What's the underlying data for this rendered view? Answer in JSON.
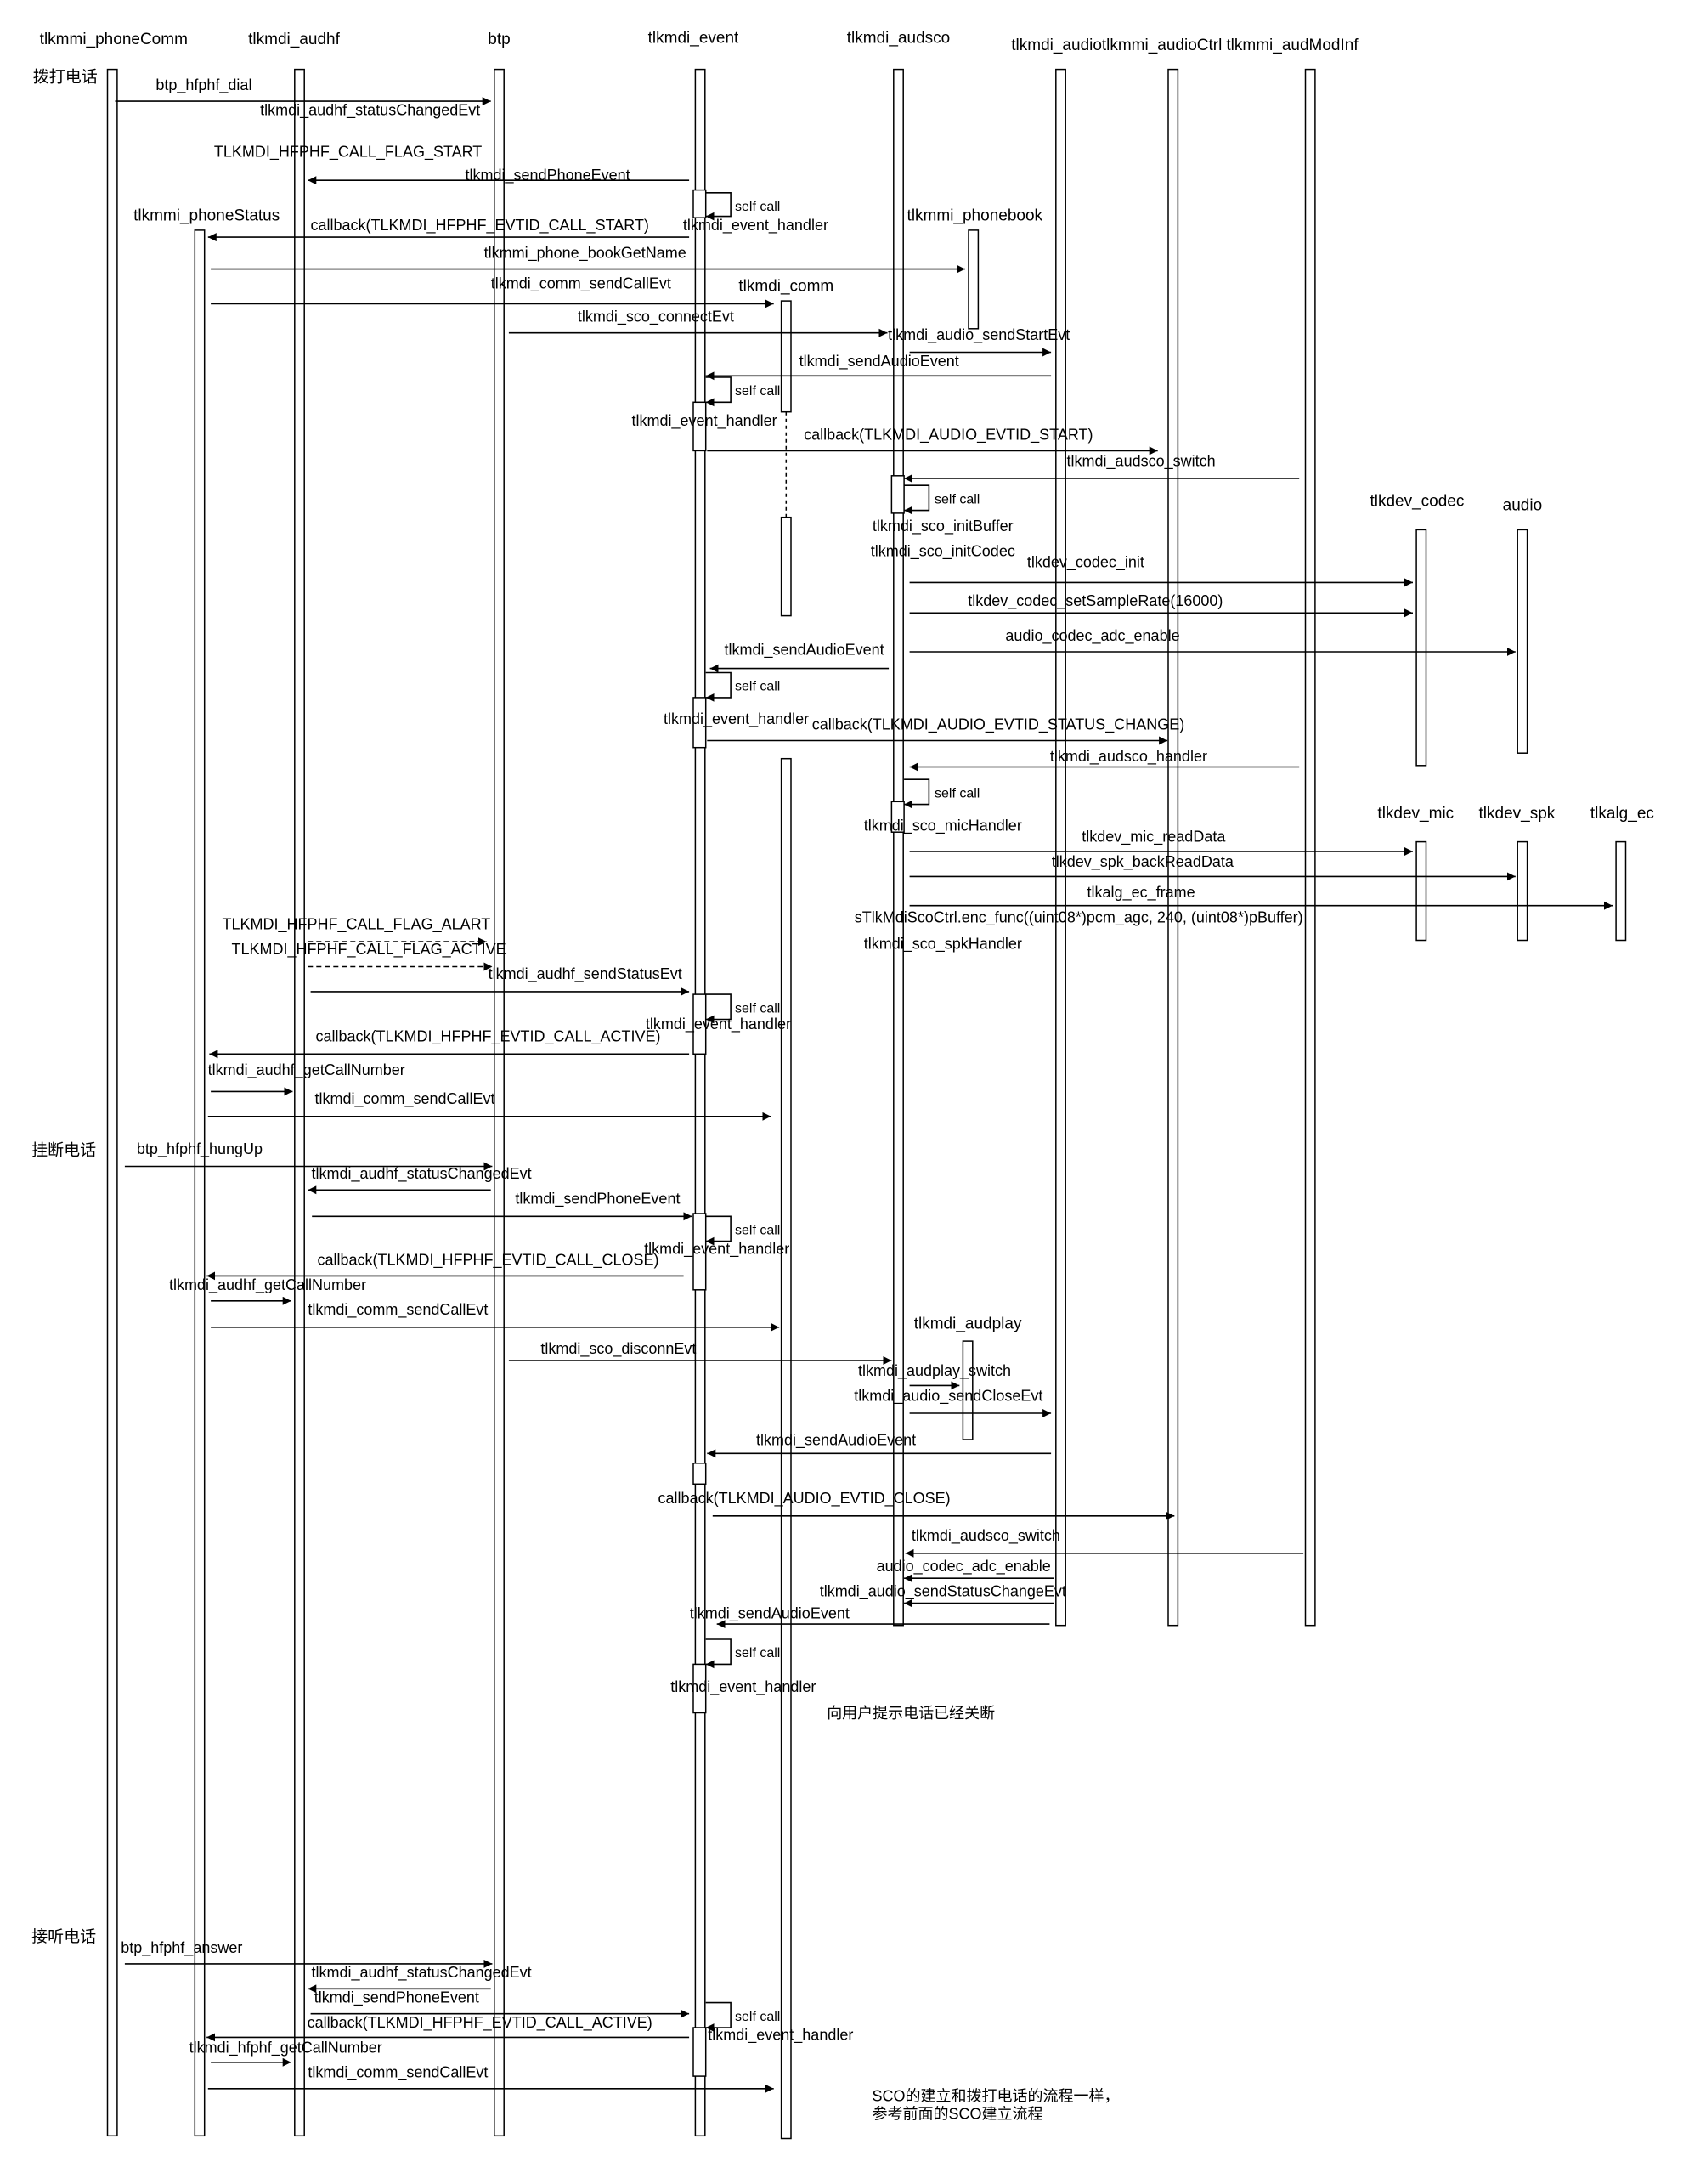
{
  "lifelines": [
    {
      "id": "phoneComm",
      "label": "tlkmmi_phoneComm"
    },
    {
      "id": "audhf",
      "label": "tlkmdi_audhf"
    },
    {
      "id": "btp",
      "label": "btp"
    },
    {
      "id": "event",
      "label": "tlkmdi_event"
    },
    {
      "id": "audsco",
      "label": "tlkmdi_audsco"
    },
    {
      "id": "audio",
      "label": "tlkmdi_audio"
    },
    {
      "id": "audioCtrl",
      "label": "tlkmmi_audioCtrl"
    },
    {
      "id": "audModInf",
      "label": "tlkmmi_audModInf"
    },
    {
      "id": "phoneStatus",
      "label": "tlkmmi_phoneStatus"
    },
    {
      "id": "phonebook",
      "label": "tlkmmi_phonebook"
    },
    {
      "id": "comm",
      "label": "tlkmdi_comm"
    },
    {
      "id": "codec",
      "label": "tlkdev_codec"
    },
    {
      "id": "audioDev",
      "label": "audio"
    },
    {
      "id": "mic",
      "label": "tlkdev_mic"
    },
    {
      "id": "spk",
      "label": "tlkdev_spk"
    },
    {
      "id": "ec",
      "label": "tlkalg_ec"
    },
    {
      "id": "audplay",
      "label": "tlkmdi_audplay"
    }
  ],
  "sections": [
    "拨打电话",
    "挂断电话",
    "接听电话"
  ],
  "self_call_label": "self call",
  "messages": [
    "btp_hfphf_dial",
    "tlkmdi_audhf_statusChangedEvt",
    "TLKMDI_HFPHF_CALL_FLAG_START",
    "tlkmdi_sendPhoneEvent",
    "tlkmdi_event_handler",
    "callback(TLKMDI_HFPHF_EVTID_CALL_START)",
    "tlkmmi_phone_bookGetName",
    "tlkmdi_comm_sendCallEvt",
    "tlkmdi_sco_connectEvt",
    "tlkmdi_audio_sendStartEvt",
    "tlkmdi_sendAudioEvent",
    "tlkmdi_event_handler",
    "callback(TLKMDI_AUDIO_EVTID_START)",
    "tlkmdi_audsco_switch",
    "tlkmdi_sco_initBuffer",
    "tlkmdi_sco_initCodec",
    "tlkdev_codec_init",
    "tlkdev_codec_setSampleRate(16000)",
    "audio_codec_adc_enable",
    "tlkmdi_sendAudioEvent",
    "tlkmdi_event_handler",
    "callback(TLKMDI_AUDIO_EVTID_STATUS_CHANGE)",
    "tlkmdi_audsco_handler",
    "tlkmdi_sco_micHandler",
    "tlkdev_mic_readData",
    "tlkdev_spk_backReadData",
    "tlkalg_ec_frame",
    "sTlkMdiScoCtrl.enc_func((uint08*)pcm_agc, 240, (uint08*)pBuffer)",
    "tlkmdi_sco_spkHandler",
    "TLKMDI_HFPHF_CALL_FLAG_ALART",
    "TLKMDI_HFPHF_CALL_FLAG_ACTIVE",
    "tlkmdi_audhf_sendStatusEvt",
    "tlkmdi_event_handler",
    "callback(TLKMDI_HFPHF_EVTID_CALL_ACTIVE)",
    "tlkmdi_audhf_getCallNumber",
    "tlkmdi_comm_sendCallEvt",
    "btp_hfphf_hungUp",
    "tlkmdi_audhf_statusChangedEvt",
    "tlkmdi_sendPhoneEvent",
    "tlkmdi_event_handler",
    "callback(TLKMDI_HFPHF_EVTID_CALL_CLOSE)",
    "tlkmdi_audhf_getCallNumber",
    "tlkmdi_comm_sendCallEvt",
    "tlkmdi_sco_disconnEvt",
    "tlkmdi_audplay_switch",
    "tlkmdi_audio_sendCloseEvt",
    "tlkmdi_sendAudioEvent",
    "callback(TLKMDI_AUDIO_EVTID_CLOSE)",
    "tlkmdi_audsco_switch",
    "audio_codec_adc_enable",
    "tlkmdi_audio_sendStatusChangeEvt",
    "tlkmdi_sendAudioEvent",
    "tlkmdi_event_handler",
    "向用户提示电话已经关断",
    "btp_hfphf_answer",
    "tlkmdi_audhf_statusChangedEvt",
    "tlkmdi_sendPhoneEvent",
    "callback(TLKMDI_HFPHF_EVTID_CALL_ACTIVE)",
    "tlkmdi_event_handler",
    "tlkmdi_hfphf_getCallNumber",
    "tlkmdi_comm_sendCallEvt",
    "SCO的建立和拨打电话的流程一样，",
    "参考前面的SCO建立流程"
  ]
}
